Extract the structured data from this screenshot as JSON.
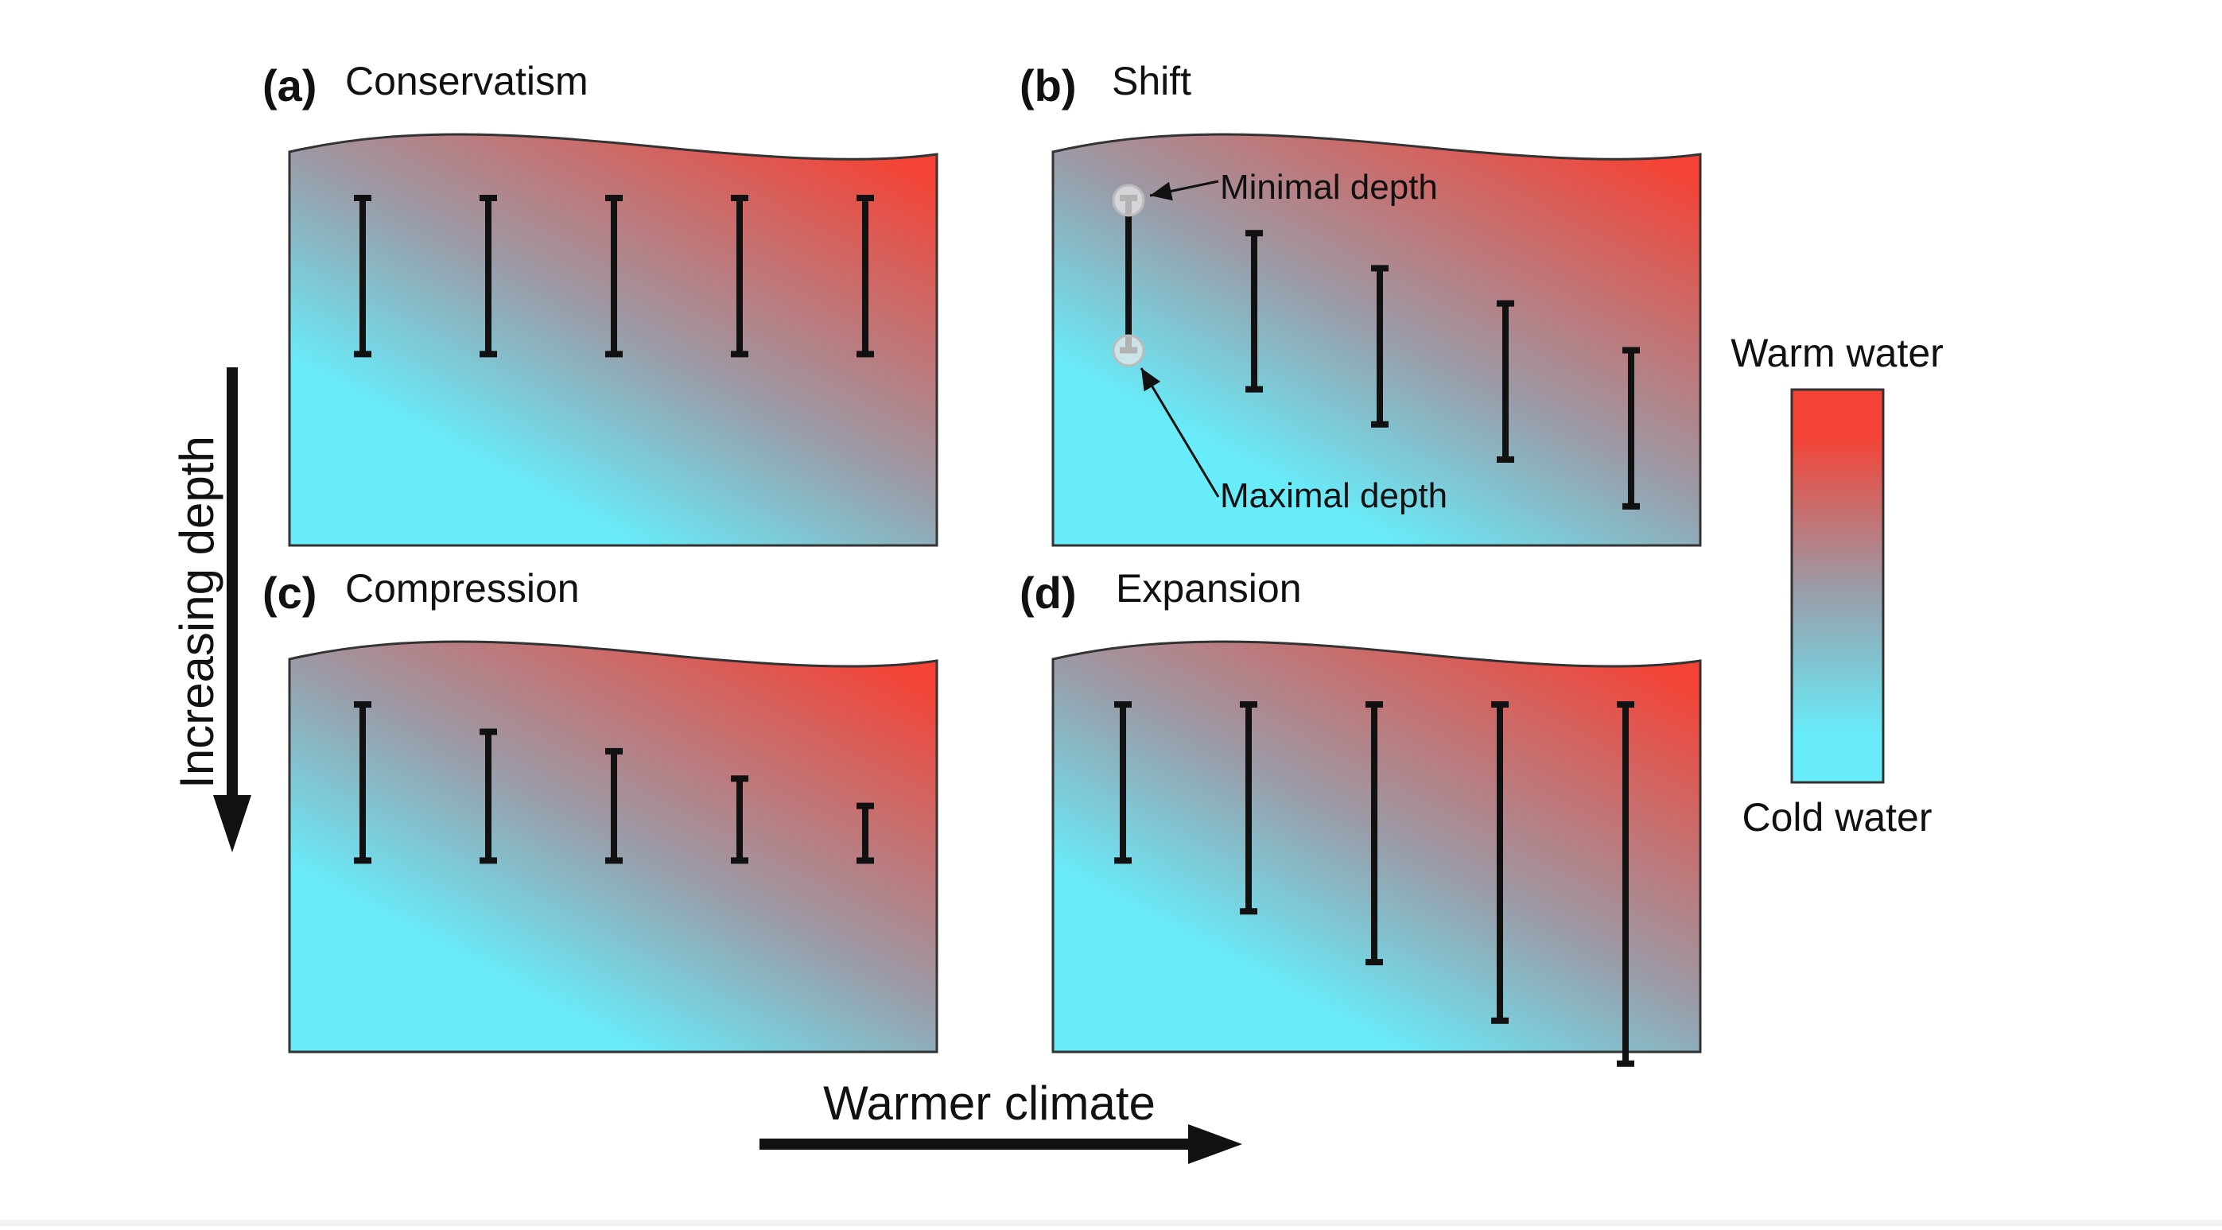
{
  "colors": {
    "warm": "#f44336",
    "mid": "#9b9aa6",
    "cold": "#68ecfa",
    "ink": "#111111"
  },
  "panels": [
    {
      "id": "a",
      "letter": "(a)",
      "title": "Conservatism",
      "ranges": [
        {
          "min": 0.11,
          "max": 0.51
        },
        {
          "min": 0.11,
          "max": 0.51
        },
        {
          "min": 0.11,
          "max": 0.51
        },
        {
          "min": 0.11,
          "max": 0.51
        },
        {
          "min": 0.11,
          "max": 0.51
        }
      ]
    },
    {
      "id": "b",
      "letter": "(b)",
      "title": "Shift",
      "annotations": {
        "min_label": "Minimal depth",
        "max_label": "Maximal depth"
      },
      "ranges": [
        {
          "min": 0.11,
          "max": 0.5
        },
        {
          "min": 0.2,
          "max": 0.6
        },
        {
          "min": 0.29,
          "max": 0.69
        },
        {
          "min": 0.38,
          "max": 0.78
        },
        {
          "min": 0.5,
          "max": 0.9
        }
      ]
    },
    {
      "id": "c",
      "letter": "(c)",
      "title": "Compression",
      "ranges": [
        {
          "min": 0.11,
          "max": 0.51
        },
        {
          "min": 0.18,
          "max": 0.51
        },
        {
          "min": 0.23,
          "max": 0.51
        },
        {
          "min": 0.3,
          "max": 0.51
        },
        {
          "min": 0.37,
          "max": 0.51
        }
      ]
    },
    {
      "id": "d",
      "letter": "(d)",
      "title": "Expansion",
      "ranges": [
        {
          "min": 0.11,
          "max": 0.51
        },
        {
          "min": 0.11,
          "max": 0.64
        },
        {
          "min": 0.11,
          "max": 0.77
        },
        {
          "min": 0.11,
          "max": 0.92
        },
        {
          "min": 0.11,
          "max": 1.03
        }
      ]
    }
  ],
  "legend": {
    "warm_label": "Warm water",
    "cold_label": "Cold water"
  },
  "axes": {
    "x_label": "Warmer climate",
    "y_label": "Increasing depth"
  }
}
